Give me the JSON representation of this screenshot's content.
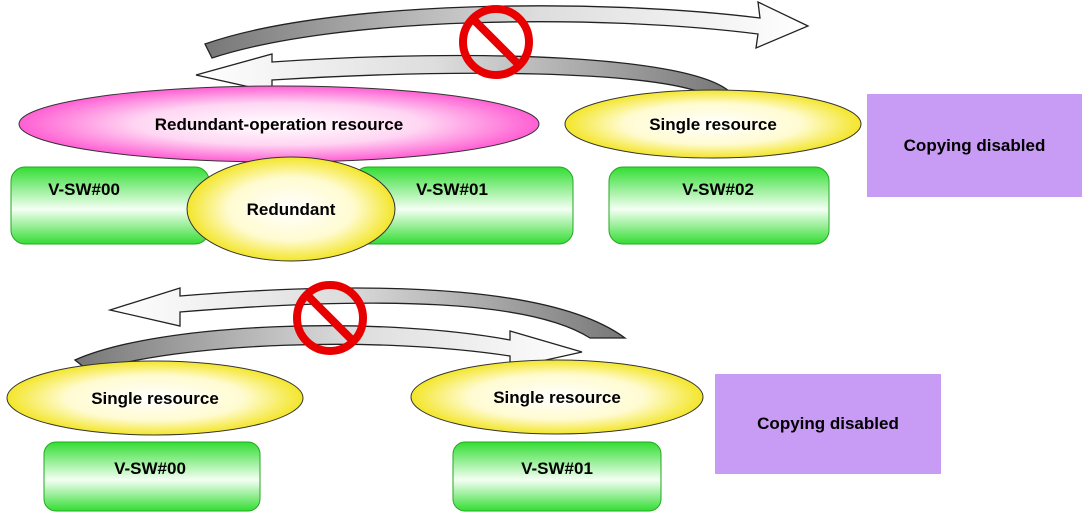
{
  "top": {
    "redundant_operation_resource": "Redundant-operation resource",
    "single_resource": "Single resource",
    "redundant": "Redundant",
    "switches": [
      "V-SW#00",
      "V-SW#01",
      "V-SW#02"
    ],
    "copying_disabled": "Copying disabled"
  },
  "bottom": {
    "single_resource_left": "Single resource",
    "single_resource_right": "Single resource",
    "switches": [
      "V-SW#00",
      "V-SW#01"
    ],
    "copying_disabled": "Copying disabled"
  },
  "colors": {
    "switch_green": "#33dd33",
    "single_yellow": "#f0e000",
    "redundant_pink": "#ff44cc",
    "note_purple": "#c89bf5",
    "prohibit_red": "#e80000",
    "arrow_gray": "#888888"
  },
  "icons": [
    "prohibited-icon",
    "curved-arrow-icon"
  ]
}
